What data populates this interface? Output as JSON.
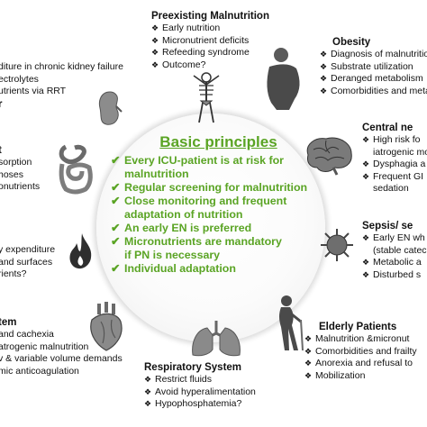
{
  "center": {
    "title": "Basic principles",
    "items": [
      "Every ICU-patient is at risk for",
      "malnutrition",
      "Regular screening for malnutrition",
      "Close monitoring and frequent",
      "adaptation of nutrition",
      "An early EN is preferred",
      "Micronutrients are mandatory",
      " if PN is necessary",
      "Individual adaptation"
    ]
  },
  "preexisting": {
    "title": "Preexisting Malnutrition",
    "items": [
      "Early nutrition",
      "Micronutrient deficits",
      "Refeeding syndrome",
      "Outcome?"
    ]
  },
  "obesity": {
    "title": "Obesity",
    "items": [
      "Diagnosis of malnutrition",
      "Substrate utilization",
      "Deranged metabolism",
      "Comorbidities and meta"
    ]
  },
  "kidney": {
    "lines": [
      "diture in chronic kidney failure",
      "ectrolytes",
      "utrients via RRT"
    ],
    "fragment": "r"
  },
  "gi": {
    "fragment": "t",
    "lines": [
      "sorption",
      "hoses",
      "onutrients"
    ]
  },
  "burns": {
    "lines": [
      "y expenditure",
      "and surfaces",
      "rients?"
    ]
  },
  "cardio": {
    "title": "tem",
    "lines": [
      "and cachexia",
      "atrogenic malnutrition",
      "v & variable volume demands",
      "mic anticoagulation"
    ]
  },
  "cns": {
    "title": "Central ne",
    "items": [
      "High risk fo",
      "iatrogenic mo",
      "Dysphagia a",
      "Frequent GI",
      "sedation"
    ]
  },
  "sepsis": {
    "title": "Sepsis/ se",
    "items": [
      "Early EN wh",
      "(stable catec",
      "Metabolic a",
      "Disturbed s"
    ]
  },
  "elderly": {
    "title": "Elderly Patients",
    "items": [
      "Malnutrition &micronut",
      "Comorbidities and frailty",
      "Anorexia and refusal to",
      "Mobilization"
    ]
  },
  "respiratory": {
    "title": "Respiratory System",
    "items": [
      "Restrict fluids",
      "Avoid hyperalimentation",
      "Hypophosphatemia?"
    ]
  },
  "symbols": {
    "check": "✔",
    "bullet": "❖"
  },
  "colors": {
    "green": "#5aa424",
    "text": "#111111",
    "organ_gray": "#6d6d6d",
    "organ_dark": "#3a3a3a"
  },
  "icons": [
    "skeleton-figure-icon",
    "obese-figure-icon",
    "kidney-icon",
    "intestine-icon",
    "flame-icon",
    "heart-icon",
    "brain-icon",
    "virus-icon",
    "elderly-person-icon",
    "lungs-icon"
  ]
}
